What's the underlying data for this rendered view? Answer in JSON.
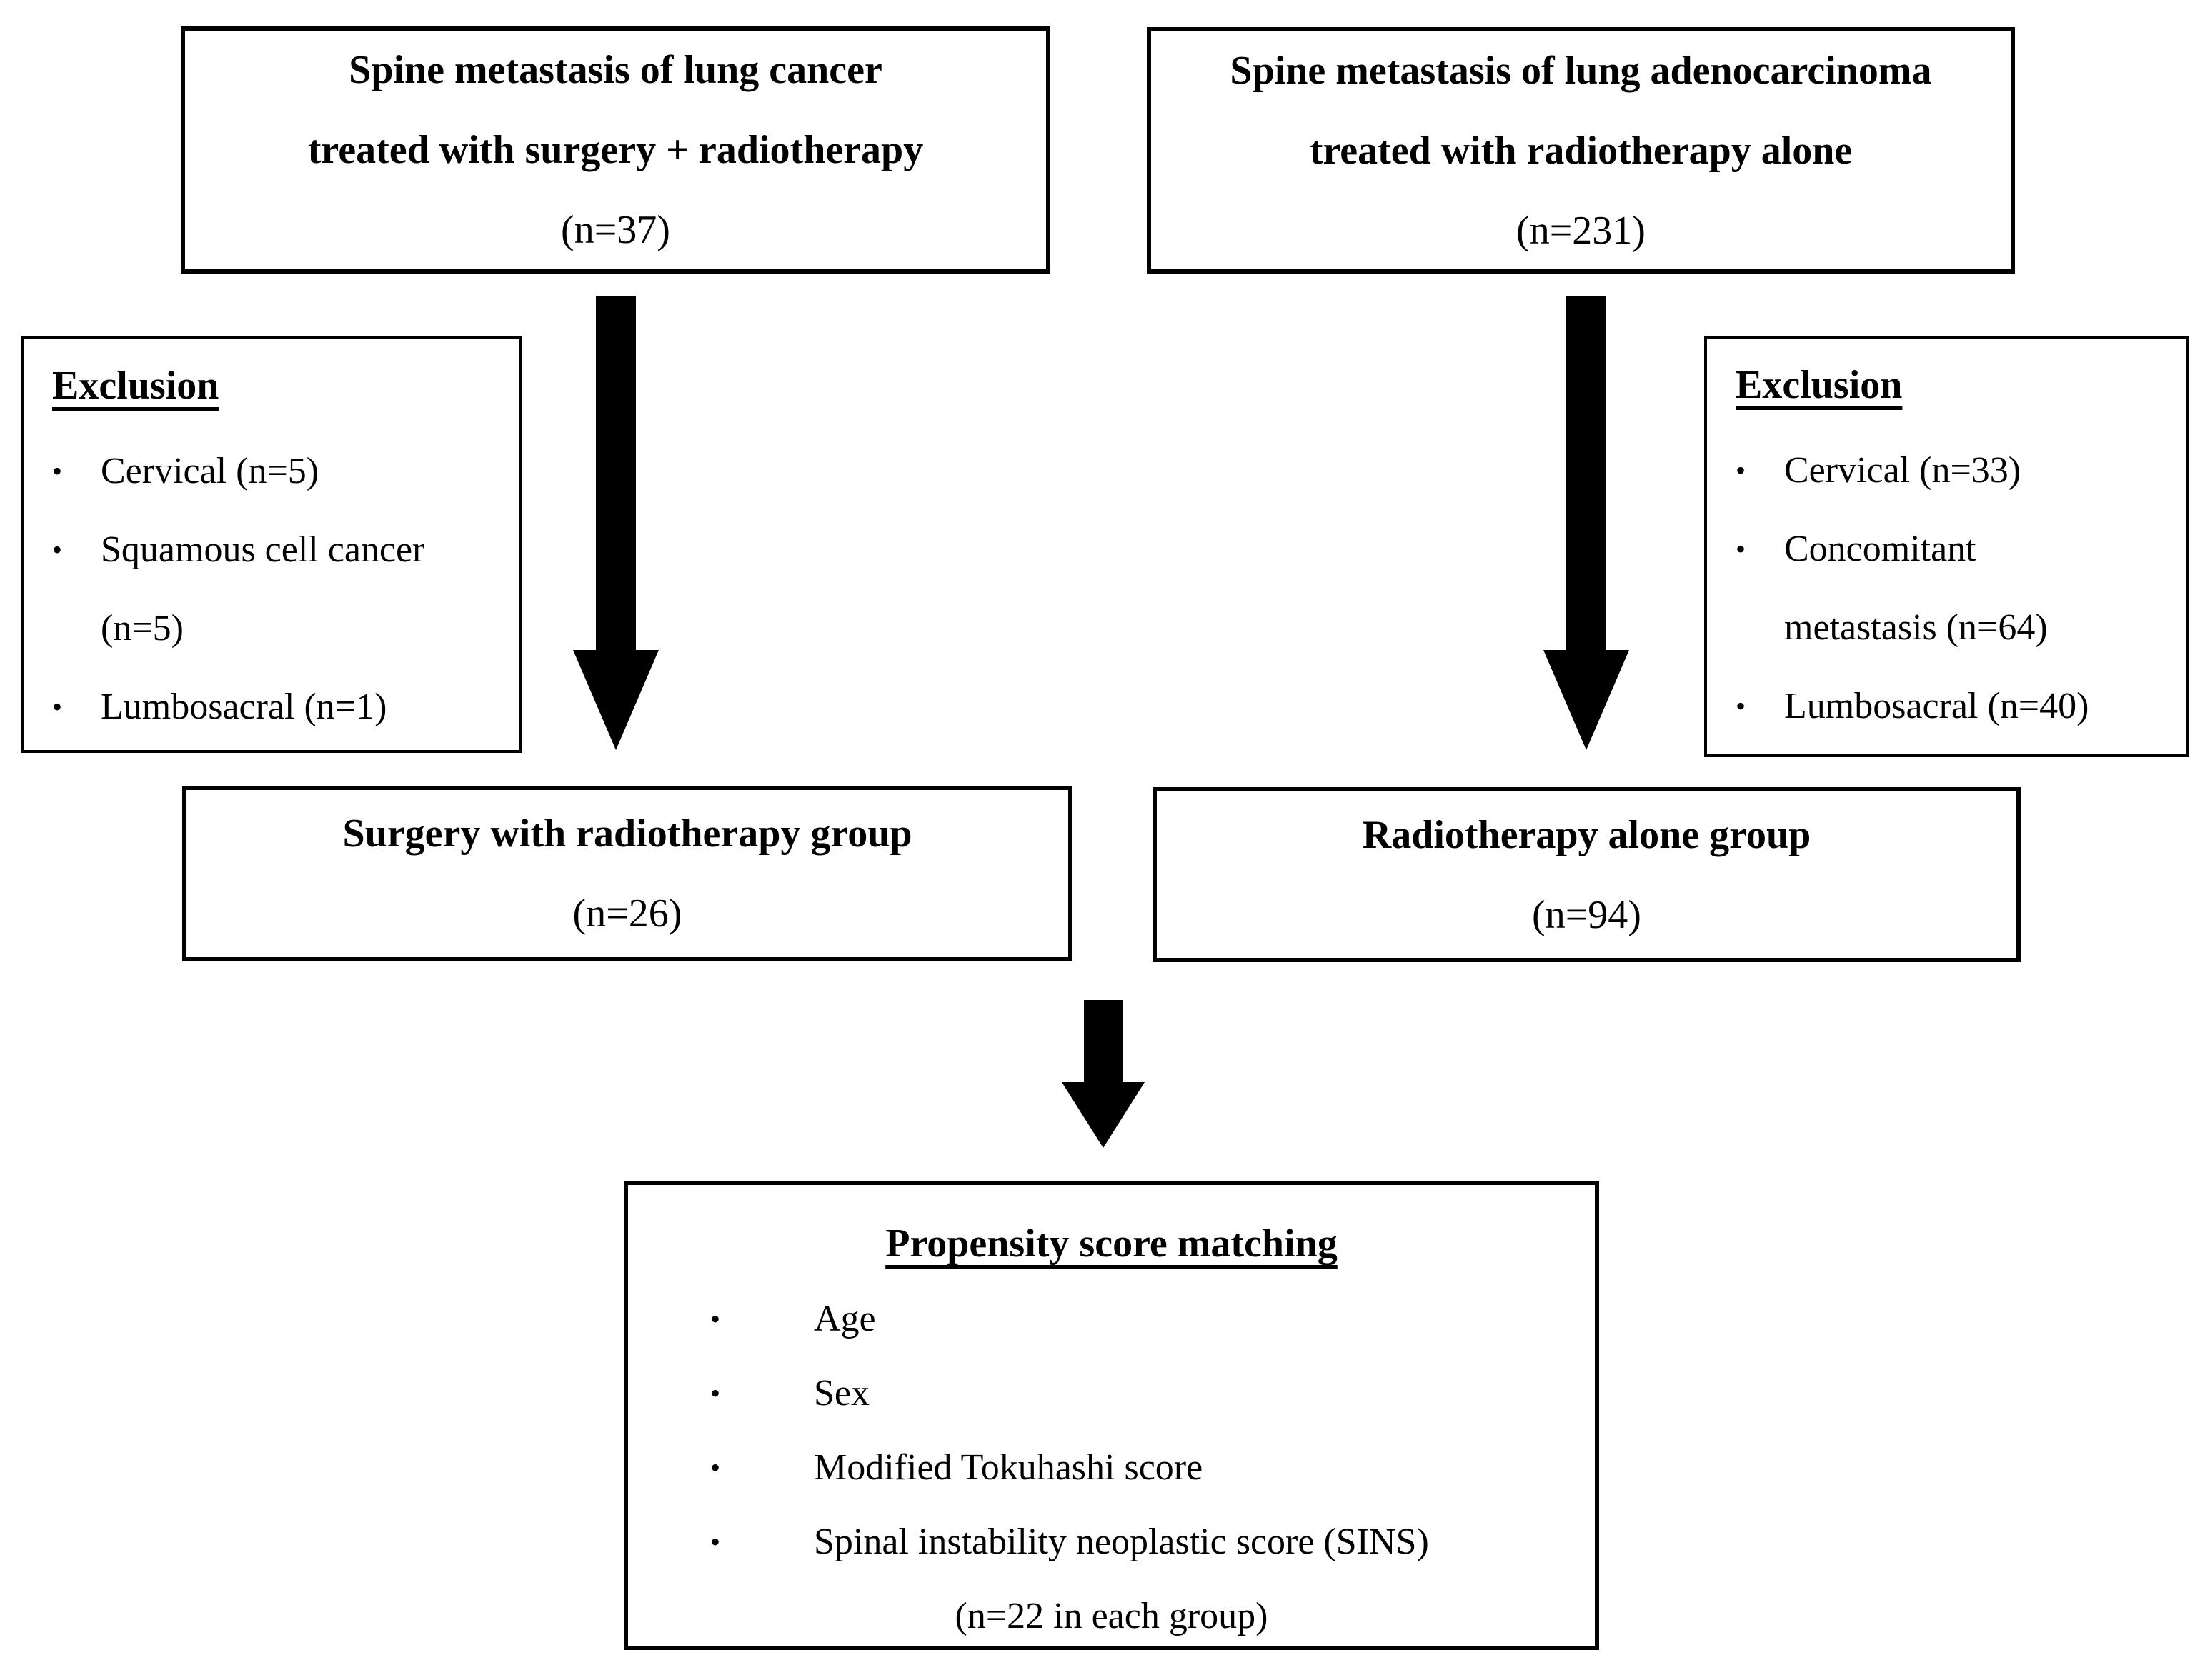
{
  "glyphs": {
    "bullet": "•"
  },
  "colors": {
    "ink": "#000000",
    "background": "#ffffff",
    "border": "#000000",
    "arrow": "#000000"
  },
  "cohort_left": {
    "line1": "Spine metastasis of lung cancer",
    "line2": "treated with surgery + radiotherapy",
    "n": "(n=37)"
  },
  "cohort_right": {
    "line1": "Spine metastasis of lung adenocarcinoma",
    "line2": "treated with radiotherapy alone",
    "n": "(n=231)"
  },
  "exclusion_left": {
    "title": "Exclusion",
    "items": [
      "Cervical (n=5)",
      "Squamous cell cancer (n=5)",
      "Lumbosacral (n=1)"
    ]
  },
  "exclusion_right": {
    "title": "Exclusion",
    "items": [
      "Cervical (n=33)",
      "Concomitant metastasis (n=64)",
      "Lumbosacral (n=40)"
    ]
  },
  "group_left": {
    "title": "Surgery with radiotherapy group",
    "n": "(n=26)"
  },
  "group_right": {
    "title": "Radiotherapy alone group",
    "n": "(n=94)"
  },
  "matching": {
    "title": "Propensity score matching",
    "items": [
      "Age",
      "Sex",
      "Modified Tokuhashi score",
      "Spinal instability neoplastic score (SINS)"
    ],
    "n": "(n=22 in each group)"
  }
}
